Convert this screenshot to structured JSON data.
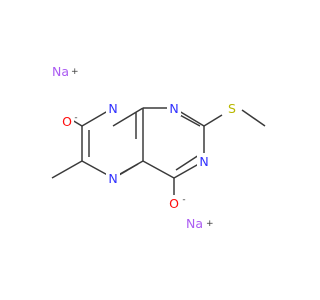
{
  "molecule": {
    "colors": {
      "bond": "#3a3a3a",
      "nitrogen": "#3030ff",
      "oxygen": "#ff0d0d",
      "sulfur": "#b8b800",
      "sodium": "#ab5cf2",
      "charge": "#3a3a3a"
    },
    "atoms": {
      "n8": "N",
      "n1": "N",
      "n3": "N",
      "n5": "N",
      "s": "S",
      "o7": "O",
      "o4": "O",
      "na_top": "Na",
      "na_bottom": "Na"
    },
    "charges": {
      "o7": "-",
      "o4": "-",
      "na_top": "+",
      "na_bottom": "+"
    }
  }
}
